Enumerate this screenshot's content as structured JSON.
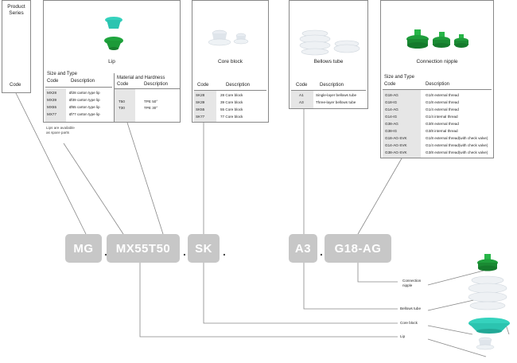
{
  "colors": {
    "green": "#1f9e3c",
    "teal": "#2bc4b0",
    "grey_seg": "#c7c7c7",
    "line": "#888888"
  },
  "product_series": {
    "title_line1": "Product",
    "title_line2": "Series",
    "code_label": "Code"
  },
  "lip": {
    "title": "Lip",
    "size_type_label": "Size and Type",
    "code_header": "Code",
    "desc_header": "Description",
    "rows": [
      {
        "code": "MX28",
        "desc": "Ø28 carton type lip"
      },
      {
        "code": "MX39",
        "desc": "Ø39 carton type lip"
      },
      {
        "code": "MX55",
        "desc": "Ø55 carton type lip"
      },
      {
        "code": "MX77",
        "desc": "Ø77 carton type lip"
      }
    ],
    "note_line1": "Lips are available",
    "note_line2": "as spare parts",
    "material_label": "Material and Hardness",
    "mat_code_header": "Code",
    "mat_desc_header": "Description",
    "mat_rows": [
      {
        "code": "T50",
        "desc": "TPE 50°"
      },
      {
        "code": "T30",
        "desc": "TPE 30°"
      }
    ]
  },
  "core_block": {
    "title": "Core block",
    "code_header": "Code",
    "desc_header": "Description",
    "rows": [
      {
        "code": "SK28",
        "desc": "28 Core block"
      },
      {
        "code": "SK39",
        "desc": "39 Core block"
      },
      {
        "code": "SK55",
        "desc": "55 Core block"
      },
      {
        "code": "SK77",
        "desc": "77 Core block"
      }
    ]
  },
  "bellows": {
    "title": "Bellows tube",
    "code_header": "Code",
    "desc_header": "Description",
    "rows": [
      {
        "code": "A1",
        "desc": "Single-layer bellows tube"
      },
      {
        "code": "A3",
        "desc": "Three-layer bellows tube"
      }
    ]
  },
  "nipple": {
    "title": "Connection nipple",
    "size_type_label": "Size and Type",
    "code_header": "Code",
    "desc_header": "Description",
    "rows": [
      {
        "code": "G18-AG",
        "desc": "G1/8 external thread"
      },
      {
        "code": "G18-IG",
        "desc": "G1/8 external thread"
      },
      {
        "code": "G14-AG",
        "desc": "G1/4 external thread"
      },
      {
        "code": "G14-IG",
        "desc": "G1/4 internal thread"
      },
      {
        "code": "G38-AG",
        "desc": "G3/8 external thread"
      },
      {
        "code": "G38-IG",
        "desc": "G3/8 internal thread"
      },
      {
        "code": "G18-AG-SVK",
        "desc": "G1/8 external thread(with check valve)"
      },
      {
        "code": "G14-AG-SVK",
        "desc": "G1/4 external thread(with check valve)"
      },
      {
        "code": "G38-AG-SVK",
        "desc": "G3/8 external thread(with check valve)"
      }
    ]
  },
  "part_number": {
    "seg1": "MG",
    "seg2": "MX55T50",
    "seg3": "SK",
    "seg4": "A3",
    "seg5": "G18-AG",
    "dot": "."
  },
  "callouts": {
    "nipple_line1": "Connection",
    "nipple_line2": "nipple",
    "bellows": "Bellows tube",
    "core": "Core block",
    "lip": "Lip"
  }
}
